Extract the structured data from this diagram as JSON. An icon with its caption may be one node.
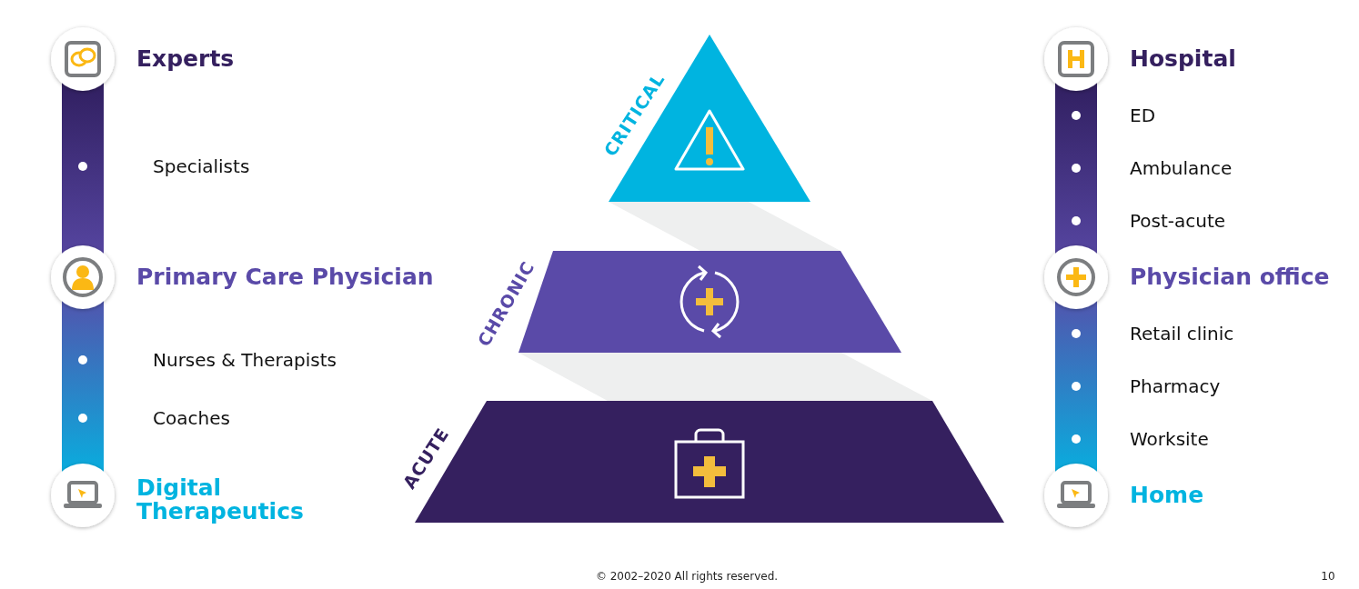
{
  "diagram": {
    "nodes": [
      {
        "text": [
          "CRITICAL"
        ]
      },
      {
        "text": [
          "CHRONIC"
        ]
      },
      {
        "text": [
          "ACUTE"
        ]
      }
    ],
    "labels": [
      "Experts",
      "Specialists",
      "Primary Care Physician",
      "Nurses & Therapists",
      "Coaches",
      "Digital Therapeutics",
      "Hospital",
      "ED",
      "Ambulance",
      "Post-acute",
      "Physician office",
      "Retail clinic",
      "Pharmacy",
      "Worksite",
      "Home",
      "© 2002–2020 All rights reserved.",
      "10"
    ]
  }
}
